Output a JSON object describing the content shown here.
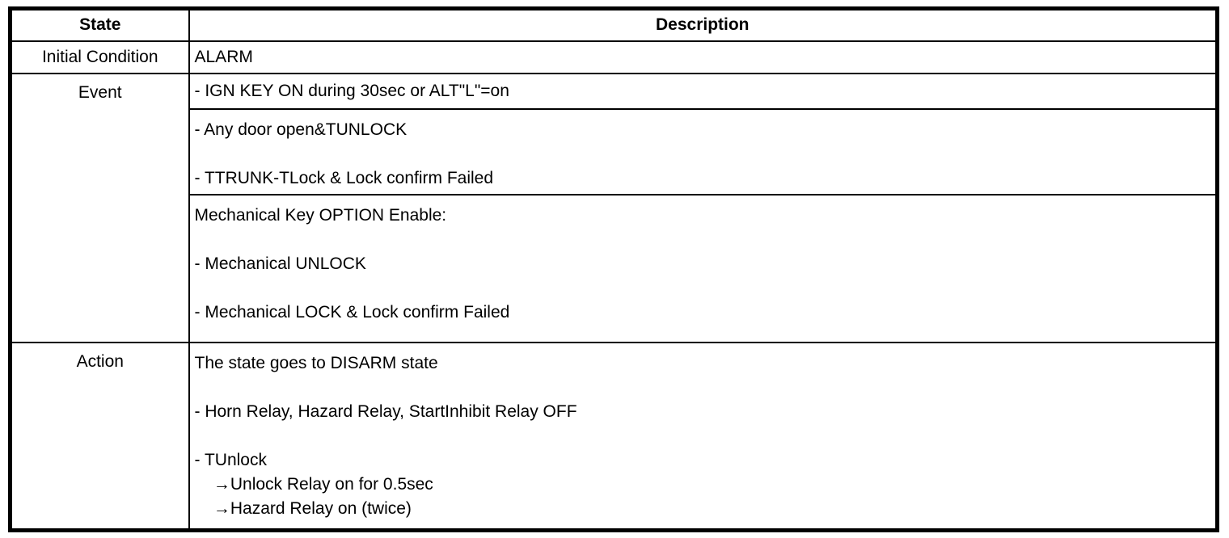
{
  "table": {
    "headers": [
      "State",
      "Description"
    ],
    "rows": {
      "initial_condition": {
        "label": "Initial Condition",
        "lines": [
          "ALARM"
        ]
      },
      "event": {
        "label": "Event",
        "cells": [
          {
            "lines": [
              "- IGN KEY ON during 30sec or ALT\"L\"=on"
            ]
          },
          {
            "lines": [
              "- Any door open&TUNLOCK",
              "",
              "- TTRUNK-TLock & Lock confirm Failed"
            ]
          },
          {
            "lines": [
              "Mechanical Key OPTION Enable:",
              "",
              "- Mechanical UNLOCK",
              "",
              "- Mechanical LOCK & Lock confirm Failed"
            ]
          }
        ]
      },
      "action": {
        "label": "Action",
        "lines": [
          "The state goes to DISARM state",
          "",
          "- Horn Relay, Hazard Relay, StartInhibit Relay OFF",
          "",
          "- TUnlock",
          "    →Unlock Relay on for 0.5sec",
          "    →Hazard Relay on (twice)"
        ]
      }
    },
    "colors": {
      "border": "#000000",
      "text": "#000000",
      "background": "#ffffff"
    }
  }
}
